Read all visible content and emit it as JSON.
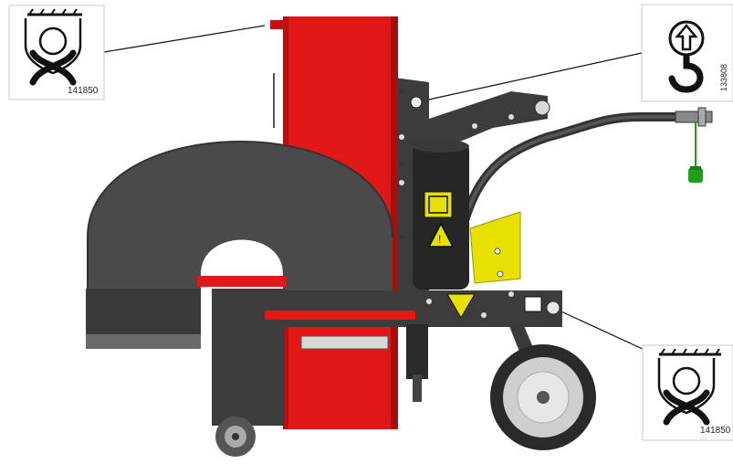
{
  "labels": {
    "lifting_point_top_left": {
      "code": "141850",
      "symbol": "lifting-point-anchor"
    },
    "hook_point_top_right": {
      "code": "133808",
      "symbol": "lifting-hook-arrow-up"
    },
    "lifting_point_bottom_right": {
      "code": "141850",
      "symbol": "lifting-point-anchor"
    }
  },
  "colors": {
    "housing_red": "#e01818",
    "frame_dark": "#3a3a3a",
    "chute_grey": "#4a4a4a",
    "warning_yellow": "#e8e000",
    "weight_green": "#1aa01a"
  }
}
